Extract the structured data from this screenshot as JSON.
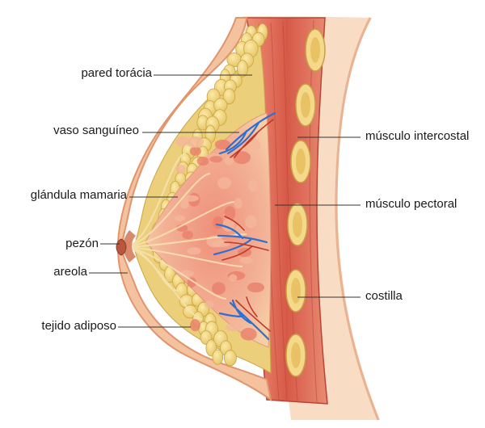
{
  "labels": {
    "pared_toracica": "pared torácia",
    "vaso_sanguineo": "vaso sanguíneo",
    "glandula_mamaria": "glándula mamaria",
    "pezon": "pezón",
    "areola": "areola",
    "tejido_adiposo": "tejido adiposo",
    "musculo_intercostal": "músculo intercostal",
    "musculo_pectoral": "músculo pectoral",
    "costilla": "costilla"
  },
  "colors": {
    "skin": "#f5c9a3",
    "skin_edge": "#e7a57e",
    "fat": "#f2d77e",
    "fat_edge": "#c9a545",
    "gland": "#f0a28c",
    "gland_light": "#f6c6a6",
    "muscle": "#d9604e",
    "muscle_light": "#e98b73",
    "rib": "#f4d98a",
    "artery": "#c0392b",
    "vein": "#2f6fd1",
    "leader": "#333333"
  }
}
